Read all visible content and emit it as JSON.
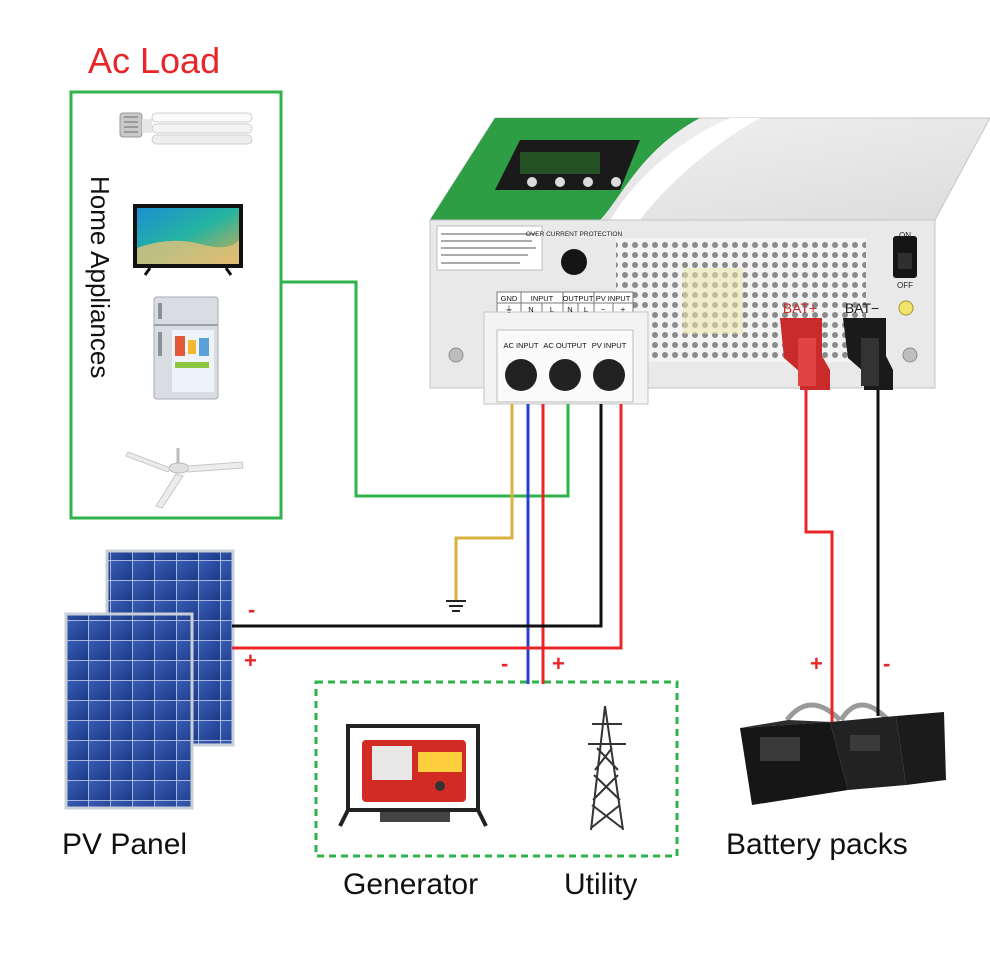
{
  "labels": {
    "ac_load": "Ac Load",
    "home_appliances": "Home Appliances",
    "pv_panel": "PV Panel",
    "generator": "Generator",
    "utility": "Utility",
    "battery_packs": "Battery packs"
  },
  "inverter": {
    "terminal_headers": {
      "gnd": "GND",
      "input": "INPUT",
      "output": "OUTPUT",
      "pv_input": "PV INPUT"
    },
    "terminal_sub": {
      "gnd_sym": "⏚",
      "in_n": "N",
      "in_l": "L",
      "out_n": "N",
      "out_l": "L",
      "pv_minus": "−",
      "pv_plus": "+"
    },
    "ports": {
      "ac_input": "AC INPUT",
      "ac_output": "AC OUTPUT",
      "pv_input": "PV INPUT"
    },
    "over_current": "OVER CURRENT PROTECTION",
    "switch_on": "ON",
    "switch_off": "OFF",
    "bat_plus": "BAT+",
    "bat_minus": "BAT−"
  },
  "polarity": {
    "pv_minus": "-",
    "pv_plus": "+",
    "gen_minus": "-",
    "gen_plus": "+",
    "bat_plus": "+",
    "bat_minus": "-"
  },
  "colors": {
    "green_frame": "#2fb34a",
    "red_wire": "#e8262a",
    "black_wire": "#111111",
    "blue_wire": "#2b3fd6",
    "yellow_wire": "#d8b23c",
    "title_red": "#e8262a"
  }
}
